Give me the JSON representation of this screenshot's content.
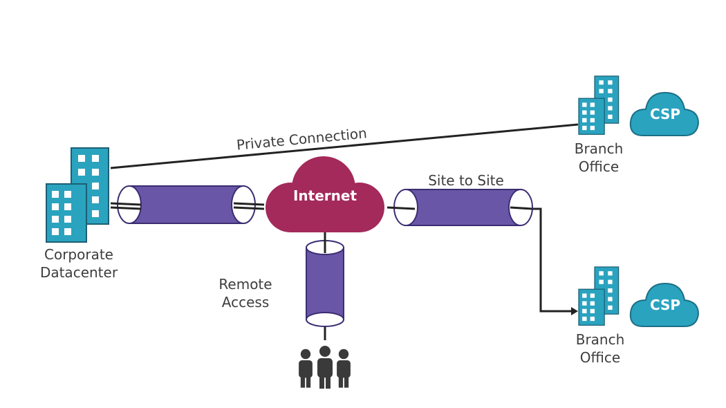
{
  "labels": {
    "datacenter_line1": "Corporate",
    "datacenter_line2": "Datacenter",
    "internet": "Internet",
    "private_connection": "Private Connection",
    "site_to_site": "Site to Site",
    "remote_line1": "Remote",
    "remote_line2": "Access",
    "branch1_line1": "Branch",
    "branch1_line2": "Office",
    "branch2_line1": "Branch",
    "branch2_line2": "Office",
    "csp1": "CSP",
    "csp2": "CSP"
  },
  "colors": {
    "building": "#2aa3bf",
    "building_dark": "#1c5f73",
    "tunnel": "#6a56a6",
    "internet_cloud": "#a32a5a",
    "csp_cloud": "#2aa3bf",
    "line": "#222222",
    "people": "#3a3a3a"
  }
}
